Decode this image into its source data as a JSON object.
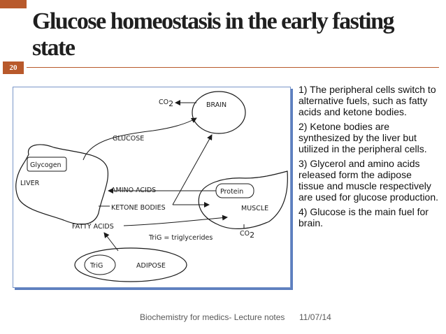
{
  "slide": {
    "title": "Glucose homeostasis in the early fasting state",
    "page_number": "20",
    "accent_color": "#b8592b",
    "figure": {
      "co2_top": "CO",
      "co2_top_sub": "2",
      "brain": "BRAIN",
      "glucose": "GLUCOSE",
      "glycogen": "Glycogen",
      "liver": "LIVER",
      "amino_acids": "AMINO ACIDS",
      "protein": "Protein",
      "ketone_bodies": "KETONE BODIES",
      "muscle": "MUSCLE",
      "fatty_acids": "FATTY ACIDS",
      "co2_bottom": "CO",
      "co2_bottom_sub": "2",
      "trig_note": "TriG  =  triglycerides",
      "trig": "TriG",
      "adipose": "ADIPOSE"
    },
    "notes": [
      "1) The peripheral cells switch to alternative fuels, such as fatty acids and ketone bodies.",
      "2) Ketone bodies are synthesized by the liver but utilized in the peripheral cells.",
      "3) Glycerol and amino acids released form the adipose tissue and muscle respectively are used for glucose production.",
      "4) Glucose is the main fuel for brain."
    ],
    "footer_source": "Biochemistry for medics- Lecture notes",
    "footer_date": "11/07/14"
  }
}
